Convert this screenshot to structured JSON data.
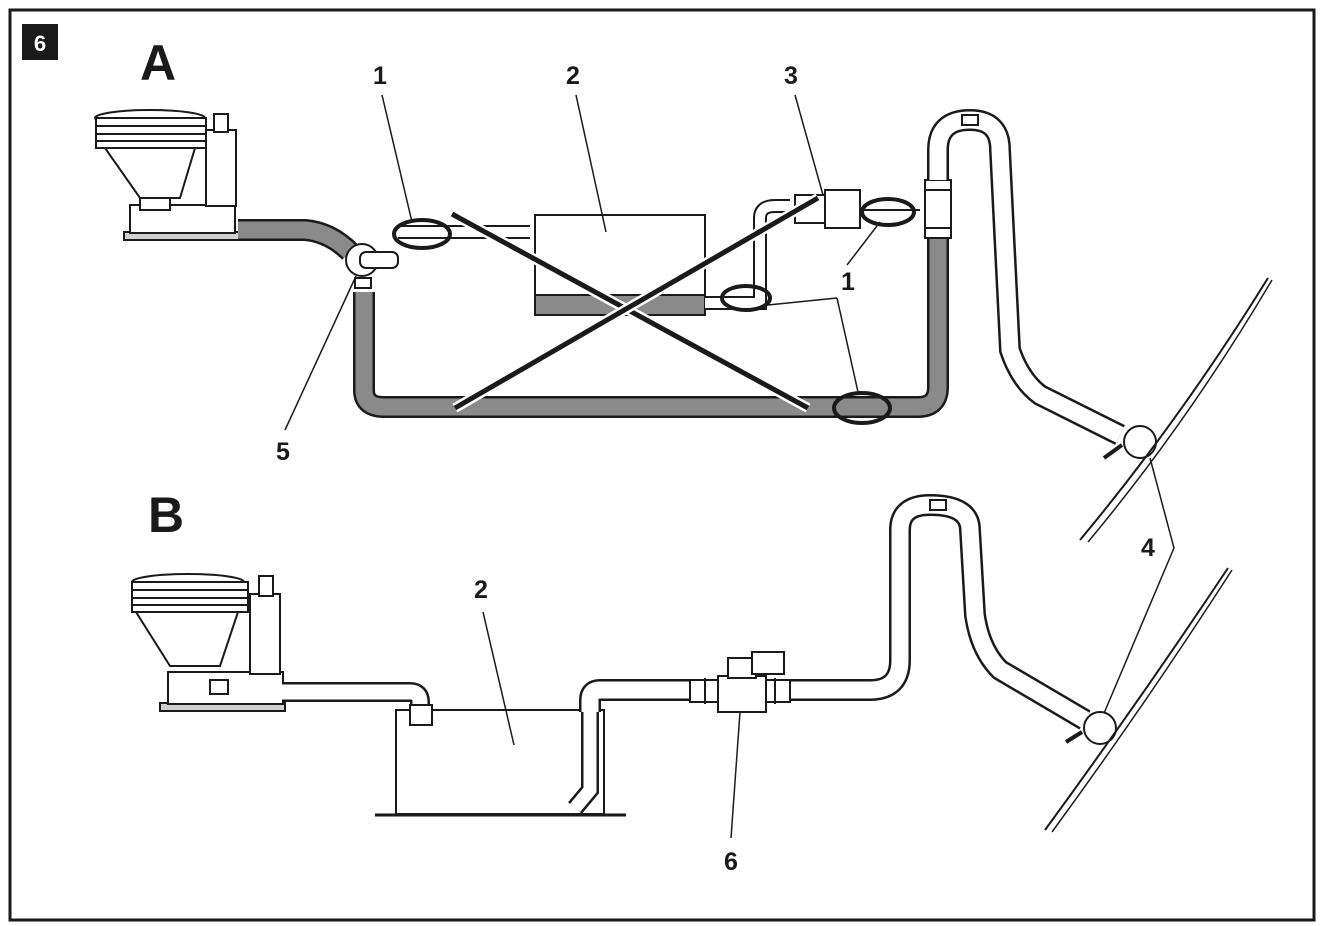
{
  "figure": {
    "badge": "6",
    "section_a": "A",
    "section_b": "B"
  },
  "callouts": {
    "a_1": "1",
    "a_2": "2",
    "a_3": "3",
    "a_1b": "1",
    "a_5": "5",
    "a_4": "4",
    "b_2": "2",
    "b_6": "6"
  },
  "colors": {
    "line": "#1a1a1a",
    "hose_grey": "#8a8a8a",
    "cross": "#1a1a1a",
    "badge_bg": "#1a1a1a"
  }
}
